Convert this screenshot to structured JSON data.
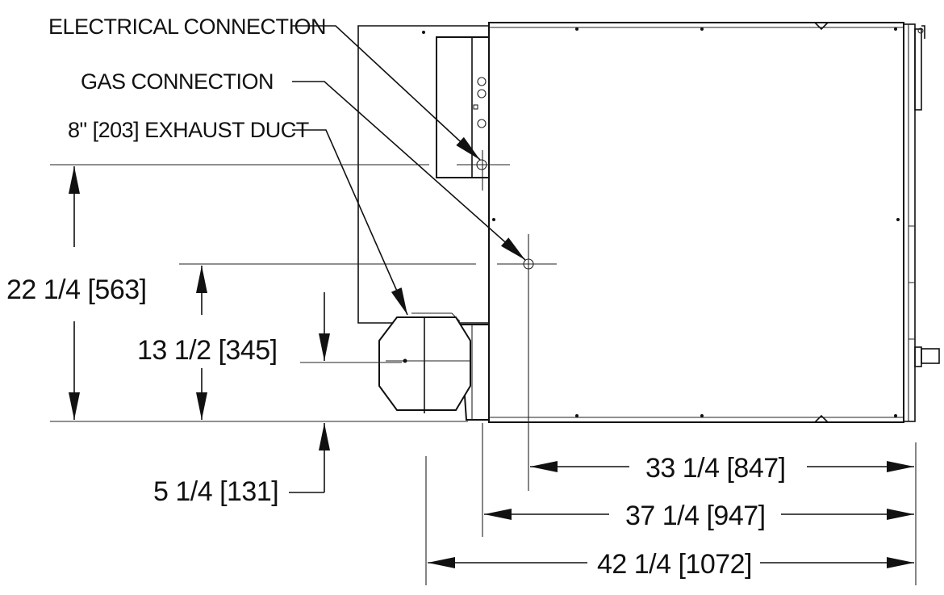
{
  "callouts": {
    "electrical": "ELECTRICAL CONNECTION",
    "gas": "GAS CONNECTION",
    "exhaust": "8\" [203] EXHAUST DUCT"
  },
  "dimensions": {
    "d_22_25": "22 1/4 [563]",
    "d_13_5": "13 1/2 [345]",
    "d_5_25": "5 1/4 [131]",
    "d_33_25": "33 1/4 [847]",
    "d_37_25": "37 1/4 [947]",
    "d_42_25": "42 1/4 [1072]"
  }
}
